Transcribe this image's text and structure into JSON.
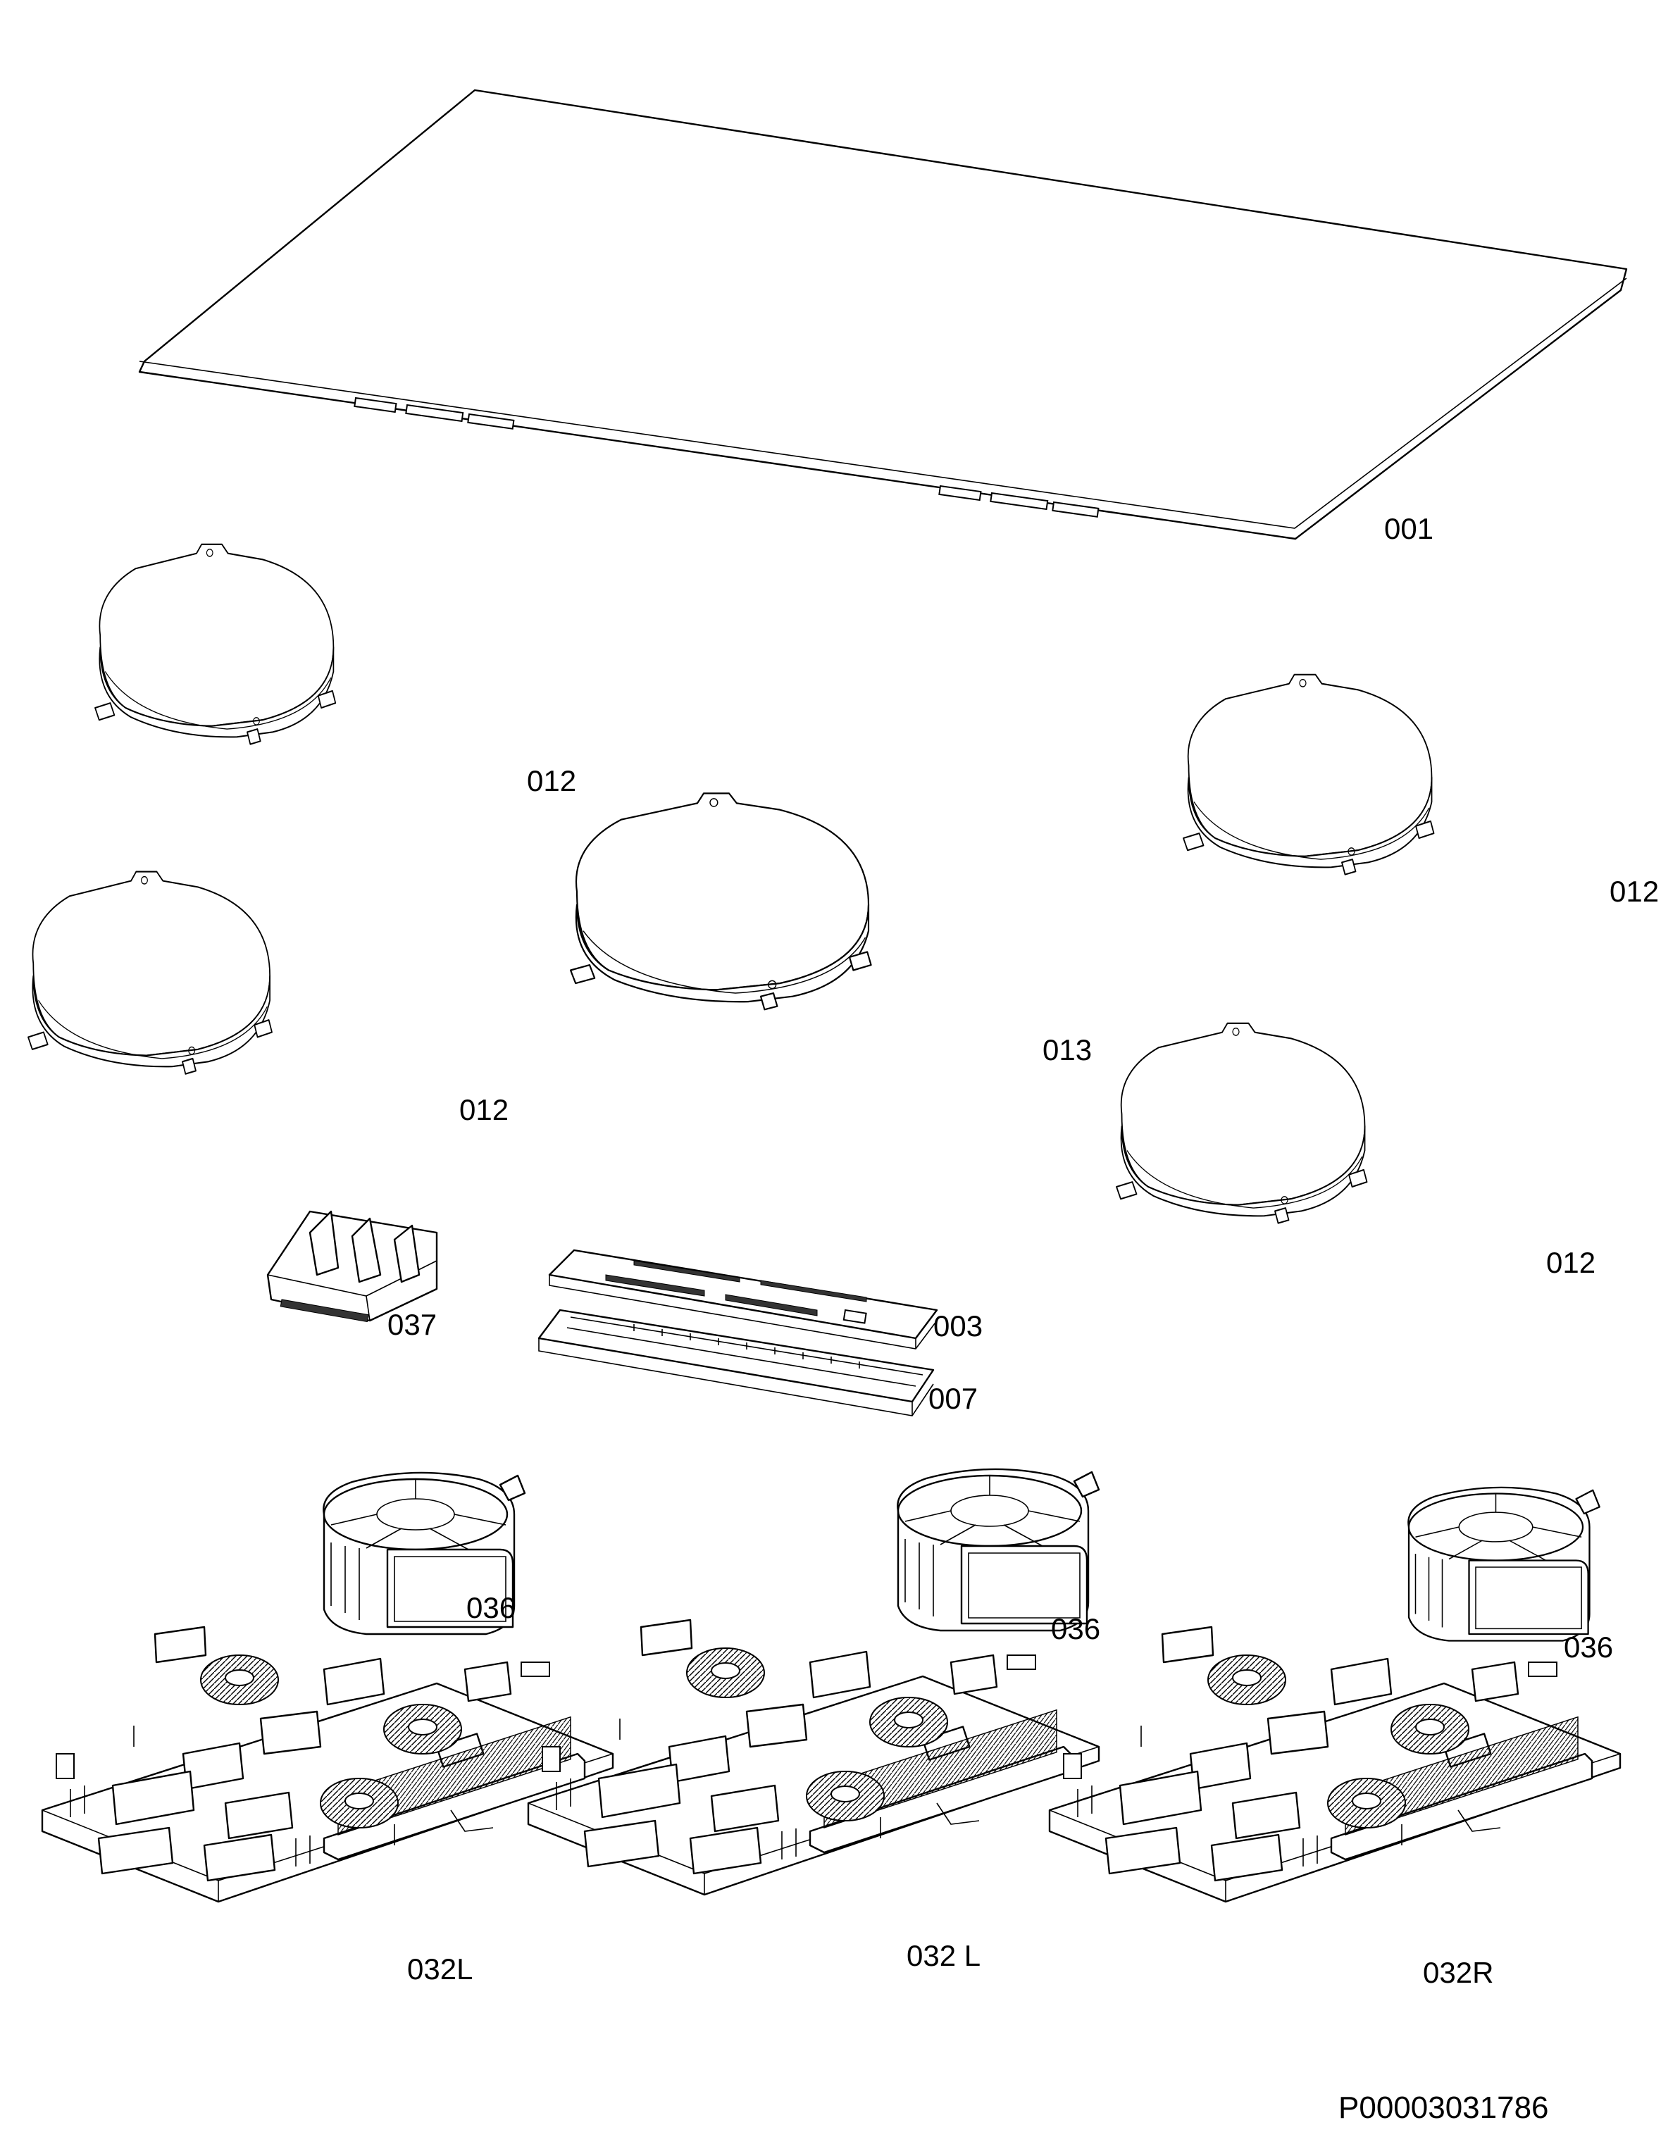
{
  "labels": {
    "glass": "001",
    "zone_top_left": "012",
    "zone_mid_left": "012",
    "zone_center": "013",
    "zone_top_right": "012",
    "zone_bottom_right": "012",
    "terminal_block": "037",
    "control_board": "003",
    "control_frame": "007",
    "fan_left": "036",
    "fan_center": "036",
    "fan_right": "036",
    "board_left": "032L",
    "board_center": "032 L",
    "board_right": "032R"
  },
  "drawing_code": "P00003031786"
}
